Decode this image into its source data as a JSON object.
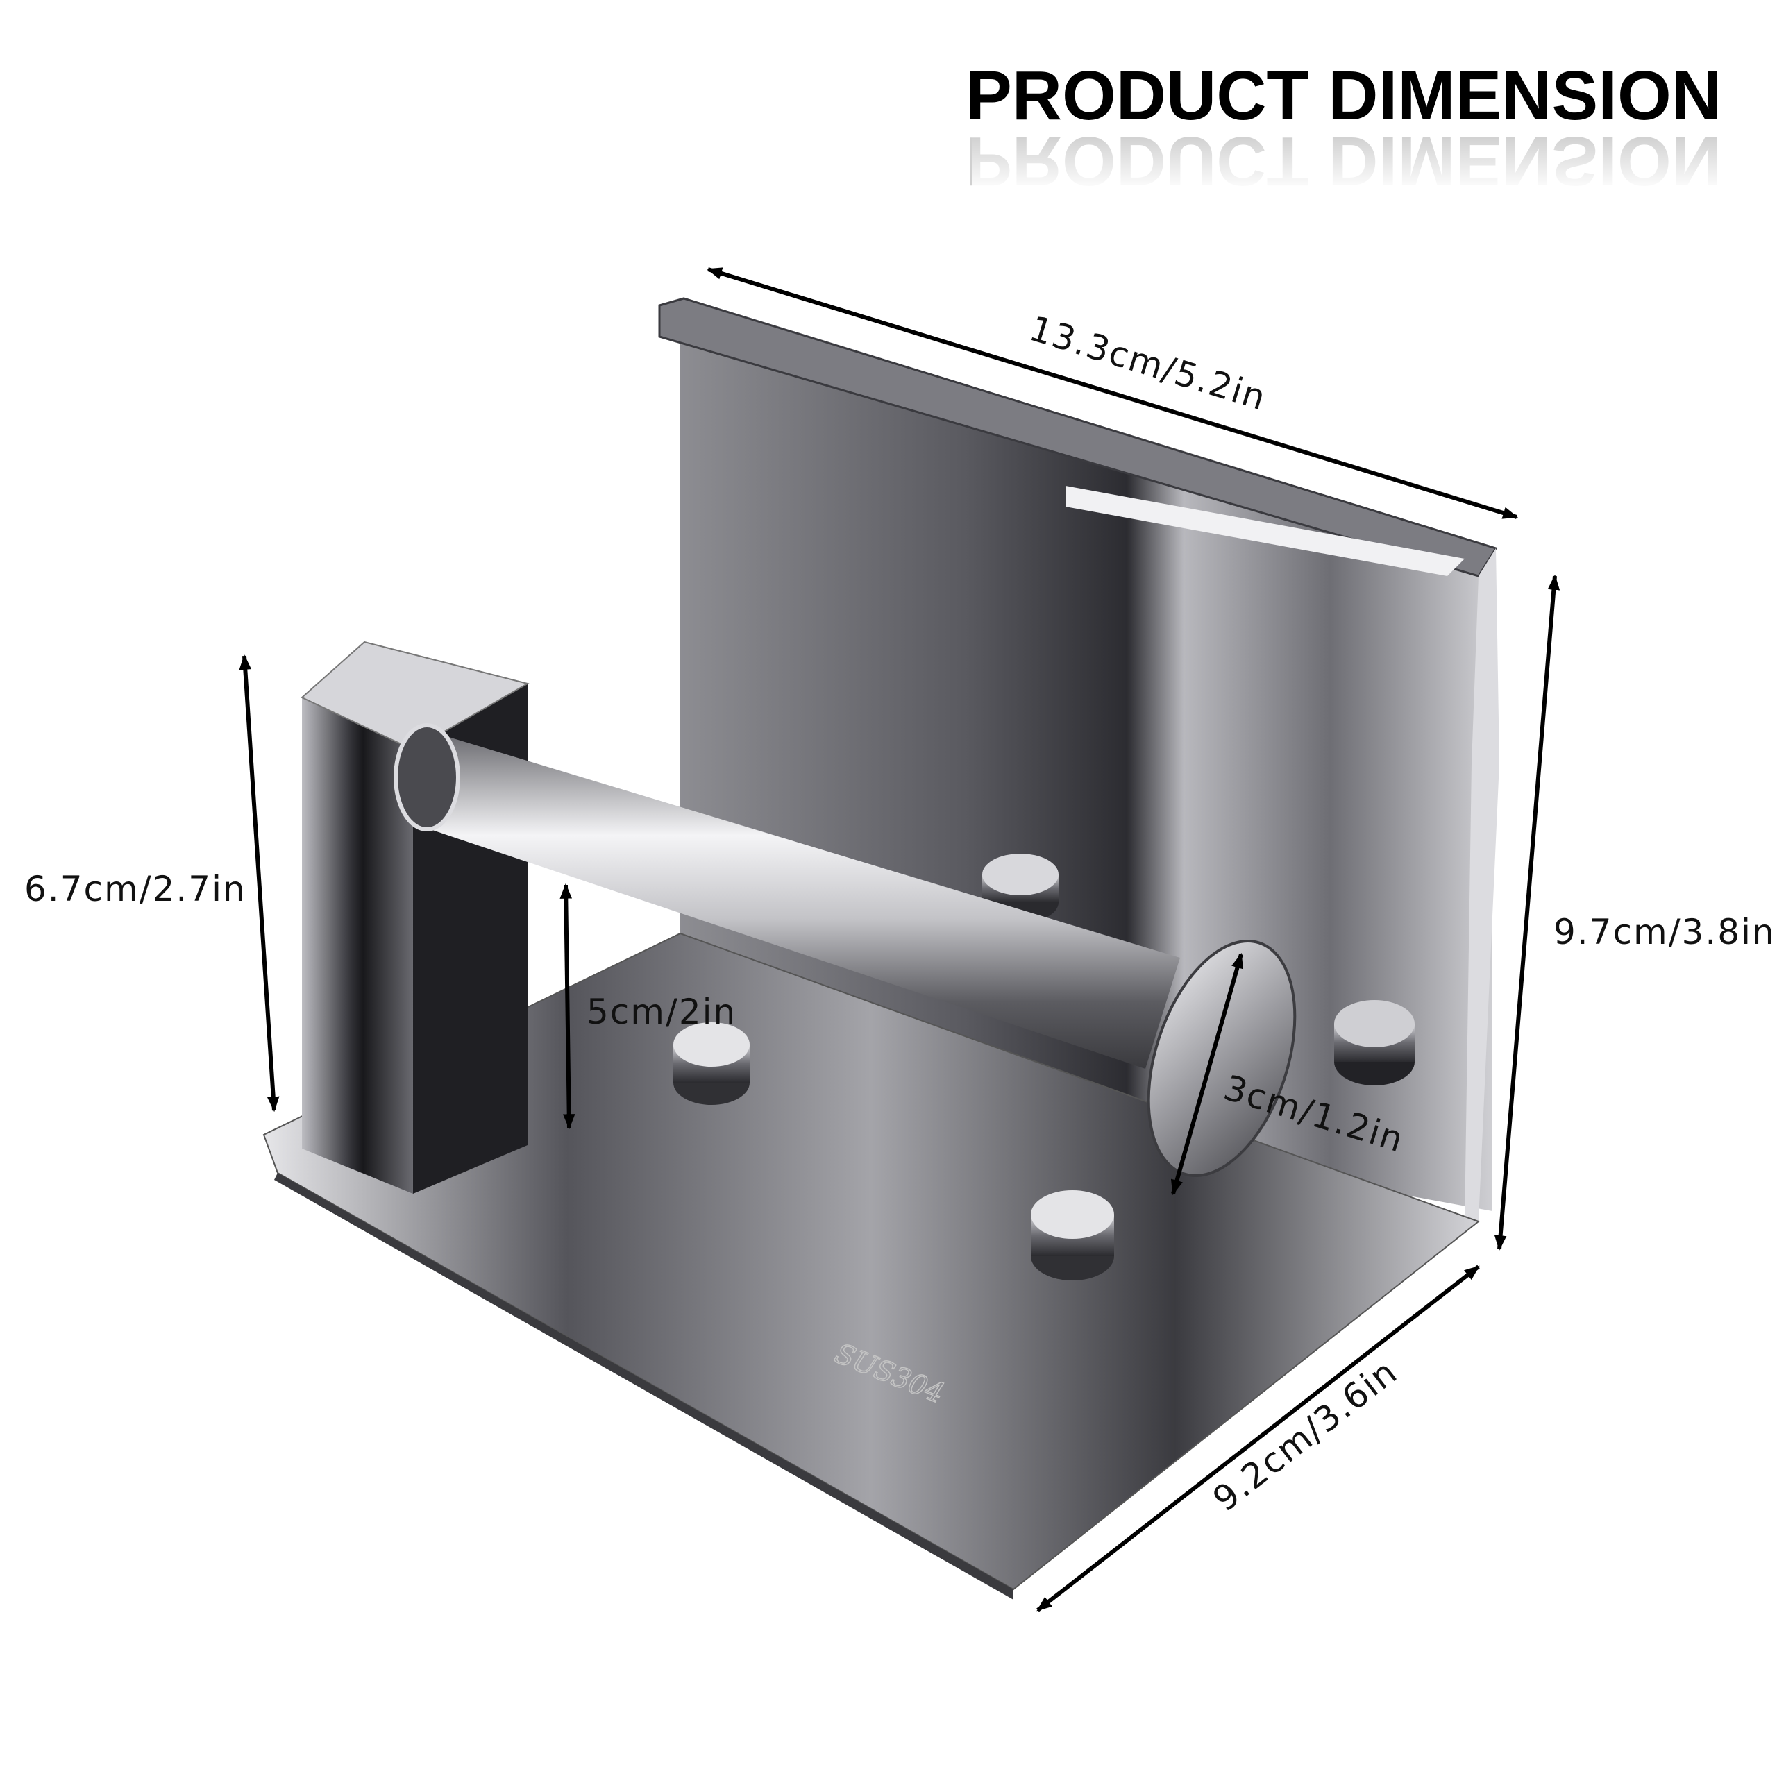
{
  "title": "PRODUCT DIMENSION",
  "product": {
    "material_stamp": "SUS304"
  },
  "dimensions": {
    "width": "13.3cm/5.2in",
    "height": "9.7cm/3.8in",
    "depth": "9.2cm/3.6in",
    "arm_height": "6.7cm/2.7in",
    "rod_height": "5cm/2in",
    "end_cap_diameter": "3cm/1.2in"
  },
  "colors": {
    "arrow": "#000000",
    "steel_light": "#e8e8ea",
    "steel_mid": "#9a9aa0",
    "steel_dark": "#2a2a2e"
  }
}
